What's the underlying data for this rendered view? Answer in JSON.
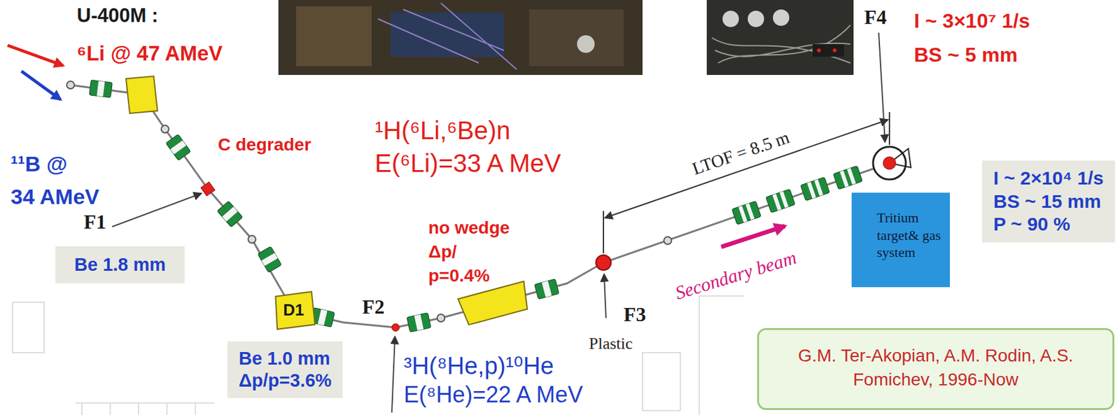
{
  "diagram": {
    "nodes": [
      {
        "text": [
          "U-400M :",
          "⁶Li @ 47 AMeV"
        ]
      },
      {
        "text": [
          "Be 1.8 mm"
        ]
      },
      {
        "text": [
          "D1"
        ]
      },
      {
        "text": [
          "Be 1.0 mm",
          "Δp/p=3.6%"
        ]
      },
      {
        "text": [
          "Tritium target& gas system"
        ]
      },
      {
        "text": [
          "I ~ 2×10⁴ 1/s",
          "BS ~ 15 mm",
          "P ~ 90 %"
        ]
      },
      {
        "text": [
          "G.M. Ter-Akopian, A.M. Rodin, A.S. Fomichev, 1996-Now"
        ]
      }
    ],
    "labels": [
      "C degrader",
      "¹H(⁶Li,⁶Be)n",
      "E(⁶Li)=33 A MeV",
      "¹¹B @",
      "34 AMeV",
      "F1",
      "no wedge",
      "Δp/",
      "p=0.4%",
      "F2",
      "³H(⁸He,p)¹⁰He",
      "E(⁸He)=22 A MeV",
      "LTOF = 8.5 m",
      "Secondary beam",
      "F3",
      "Plastic",
      "F4",
      "I ~ 3×10⁷ 1/s",
      "BS ~ 5 mm"
    ]
  }
}
